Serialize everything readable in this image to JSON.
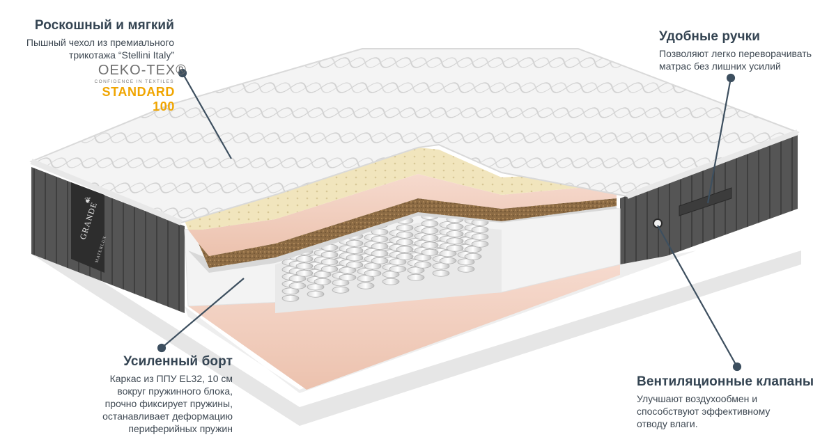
{
  "callouts": {
    "luxury": {
      "title": "Роскошный и мягкий",
      "text": "Пышный чехол из премиального\nтрикотажа “Stellini Italy”"
    },
    "handles": {
      "title": "Удобные ручки",
      "text": "Позволяют легко переворачивать\nматрас без лишних усилий"
    },
    "border": {
      "title": "Усиленный борт",
      "text": "Каркас из ППУ EL32, 10 см\nвокруг пружинного блока,\nпрочно фиксирует пружины,\nостанавливает деформацию\nпериферийных пружин"
    },
    "valves": {
      "title": "Вентиляционные клапаны",
      "text": "Улучшают воздухообмен и\nспособствуют эффективному\nотводу влаги."
    }
  },
  "certification": {
    "brand": "OEKO-TEX®",
    "tagline": "CONFIDENCE IN TEXTILES",
    "standard": "STANDARD 100"
  },
  "label": {
    "brand": "GRANDE",
    "sub": "MATERLUX"
  },
  "colors": {
    "callout_line": "#3d4f5f",
    "certification_standard": "#f0a500",
    "side_fabric": "#555555",
    "latex": "#efe2b8",
    "coconut": "#8a6a42",
    "foam_pink": "#f1cfc0"
  }
}
